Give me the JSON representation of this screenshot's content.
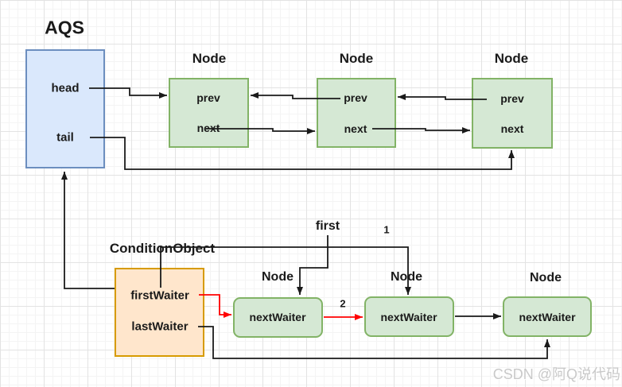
{
  "diagram_type": "AQS sync queue and ConditionObject waiter queue linked-list diagram",
  "colors": {
    "node_fill": "#d5e8d4",
    "node_border": "#82b366",
    "aqs_fill": "#dae8fc",
    "aqs_border": "#6c8ebf",
    "condition_fill": "#ffe6cc",
    "condition_border": "#d79b00",
    "red_arrow": "#ff0000",
    "line": "#1a1a1a"
  },
  "aqs": {
    "title": "AQS",
    "head": "head",
    "tail": "tail"
  },
  "sync_queue": {
    "nodes": [
      {
        "title": "Node",
        "prev": "prev",
        "next": "next"
      },
      {
        "title": "Node",
        "prev": "prev",
        "next": "next"
      },
      {
        "title": "Node",
        "prev": "prev",
        "next": "next"
      }
    ]
  },
  "condition": {
    "title": "ConditionObject",
    "first_waiter": "firstWaiter",
    "last_waiter": "lastWaiter"
  },
  "waiter_queue": {
    "nodes": [
      {
        "title": "Node",
        "label": "nextWaiter"
      },
      {
        "title": "Node",
        "label": "nextWaiter"
      },
      {
        "title": "Node",
        "label": "nextWaiter"
      }
    ]
  },
  "annotations": {
    "first_pointer": "first",
    "step1": "1",
    "step2": "2"
  },
  "watermark": "CSDN @阿Q说代码"
}
